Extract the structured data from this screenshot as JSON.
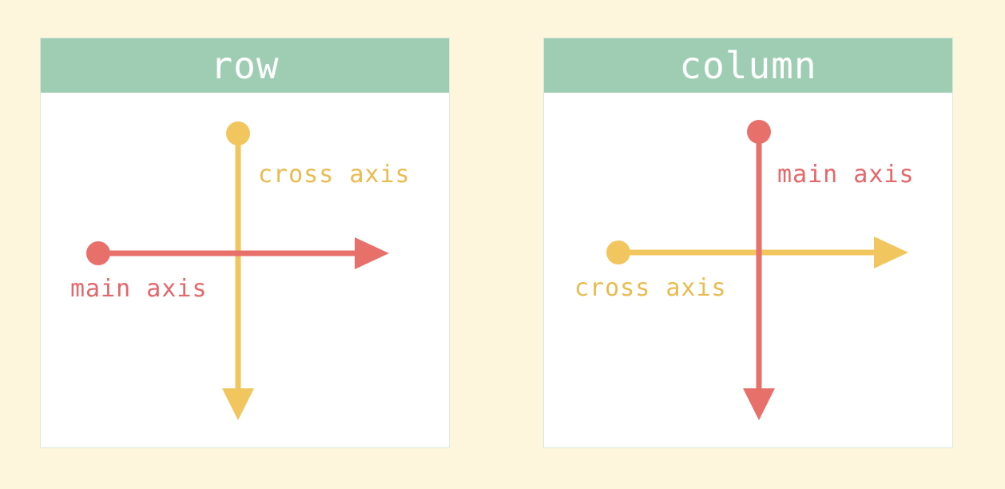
{
  "colors": {
    "background": "#fdf6dc",
    "header": "#9fcdb3",
    "main_axis": "#e8706b",
    "cross_axis": "#f2c65e"
  },
  "panels": [
    {
      "title": "row",
      "main_axis_label": "main axis",
      "main_axis_direction": "horizontal",
      "cross_axis_label": "cross axis",
      "cross_axis_direction": "vertical"
    },
    {
      "title": "column",
      "main_axis_label": "main axis",
      "main_axis_direction": "vertical",
      "cross_axis_label": "cross axis",
      "cross_axis_direction": "horizontal"
    }
  ]
}
